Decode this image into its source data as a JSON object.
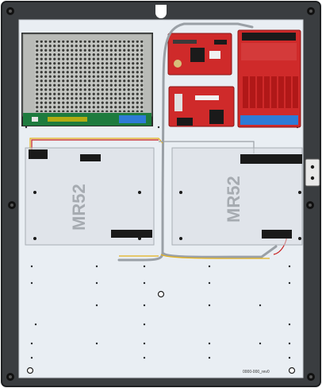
{
  "image": {
    "subject": "enclosure-backplate-with-boards",
    "colors": {
      "frame": "#3a3d40",
      "frame_edge": "#1e2022",
      "backplate": "#e9eef3",
      "psu_body": "#b9bbb7",
      "psu_pcb": "#1e7b3e",
      "red_board": "#cf2a2a",
      "clear_tray": "#d8dde2",
      "cable": "#9aa0a6",
      "wire_yellow": "#e5b21a",
      "wire_red": "#c81e1e",
      "wire_black": "#202020",
      "connector_blue": "#2e7bd6",
      "terminal_black": "#1a1a1a"
    }
  },
  "labels": {
    "left_tray_model": "MR52",
    "right_tray_model": "MR52",
    "part_number": "0000-000_rev0"
  }
}
